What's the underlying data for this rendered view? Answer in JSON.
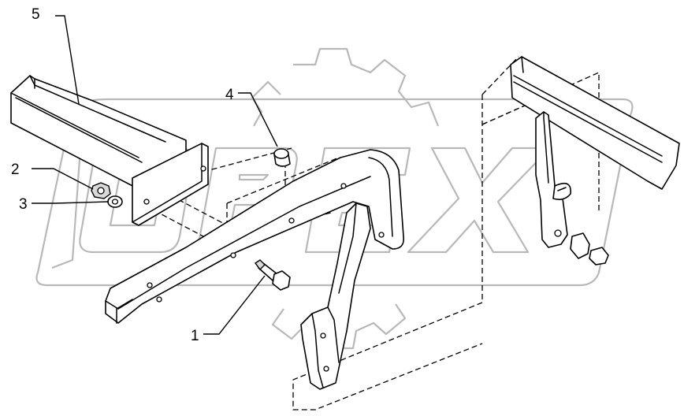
{
  "watermark": {
    "text": "OPEX",
    "color": "#b8b8b8"
  },
  "callouts": [
    {
      "id": "1",
      "label": "1"
    },
    {
      "id": "2",
      "label": "2"
    },
    {
      "id": "3",
      "label": "3"
    },
    {
      "id": "4",
      "label": "4"
    },
    {
      "id": "5",
      "label": "5"
    }
  ]
}
